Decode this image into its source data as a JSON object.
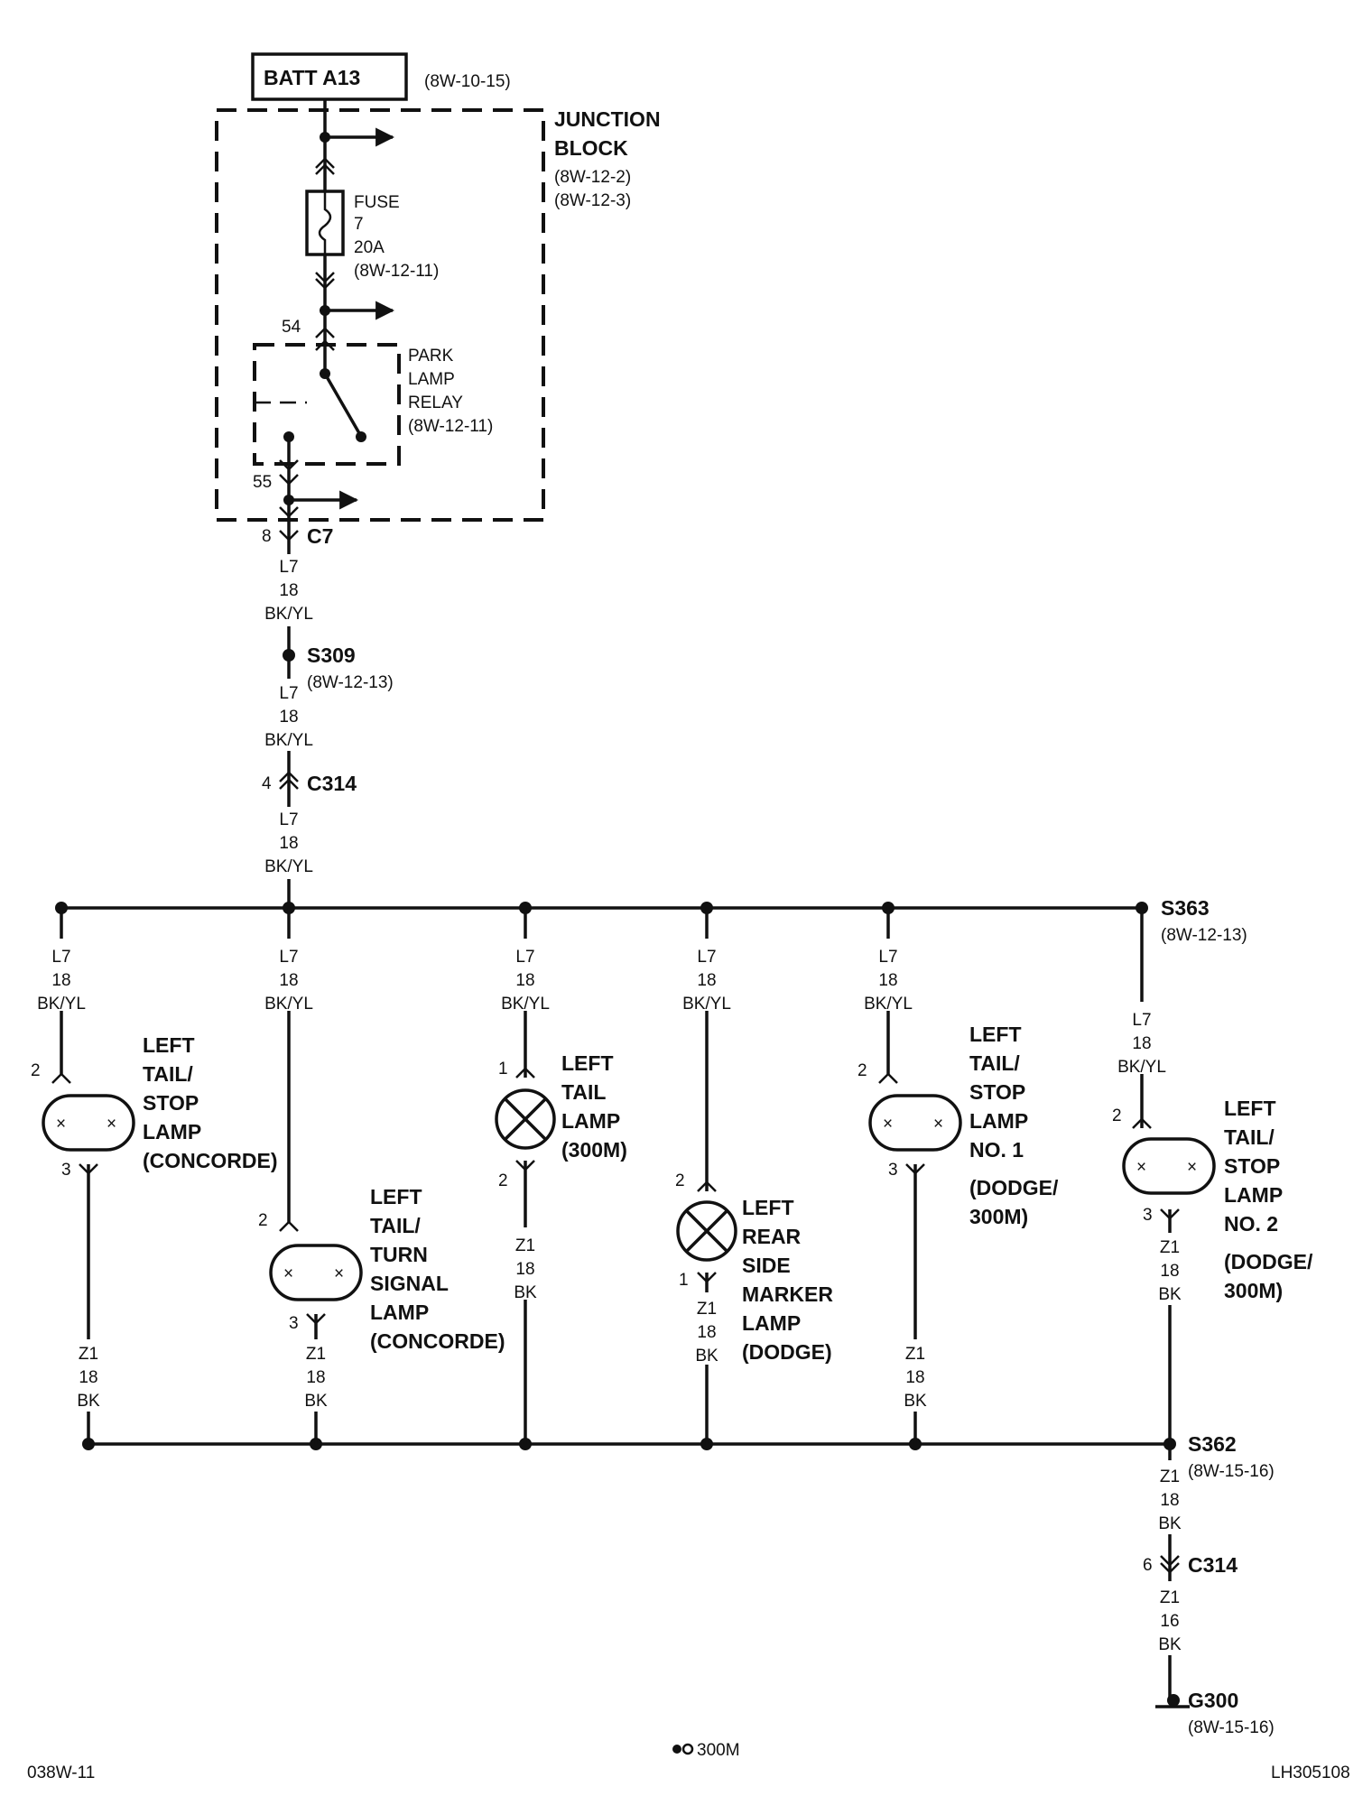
{
  "header": {
    "batt_label": "BATT A13",
    "batt_ref": "(8W-10-15)"
  },
  "junction_block": {
    "line1": "JUNCTION",
    "line2": "BLOCK",
    "ref1": "(8W-12-2)",
    "ref2": "(8W-12-3)"
  },
  "fuse": {
    "label": "FUSE",
    "number": "7",
    "rating": "20A",
    "ref": "(8W-12-11)"
  },
  "relay": {
    "pin_in": "54",
    "pin_out": "55",
    "line1": "PARK",
    "line2": "LAMP",
    "line3": "RELAY",
    "ref": "(8W-12-11)"
  },
  "connector_c7": {
    "pin": "8",
    "name": "C7"
  },
  "wire_l7": {
    "circuit": "L7",
    "gauge": "18",
    "color": "BK/YL"
  },
  "splice_s309": {
    "name": "S309",
    "ref": "(8W-12-13)"
  },
  "connector_c314_top": {
    "pin": "4",
    "name": "C314"
  },
  "splice_s363": {
    "name": "S363",
    "ref": "(8W-12-13)"
  },
  "wire_z1": {
    "circuit": "Z1",
    "gauge": "18",
    "color": "BK"
  },
  "wire_z1_16": {
    "circuit": "Z1",
    "gauge": "16",
    "color": "BK"
  },
  "lamps": [
    {
      "lines": [
        "LEFT",
        "TAIL/",
        "STOP",
        "LAMP",
        "(CONCORDE)"
      ],
      "pin_in": "2",
      "pin_out": "3"
    },
    {
      "lines": [
        "LEFT",
        "TAIL/",
        "TURN",
        "SIGNAL",
        "LAMP",
        "(CONCORDE)"
      ],
      "pin_in": "2",
      "pin_out": "3"
    },
    {
      "lines": [
        "LEFT",
        "TAIL",
        "LAMP",
        "(300M)"
      ],
      "pin_in": "1",
      "pin_out": "2"
    },
    {
      "lines": [
        "LEFT",
        "REAR",
        "SIDE",
        "MARKER",
        "LAMP",
        "(DODGE)"
      ],
      "pin_in": "2",
      "pin_out": "1"
    },
    {
      "lines": [
        "LEFT",
        "TAIL/",
        "STOP",
        "LAMP",
        "NO. 1",
        "(DODGE/",
        "300M)"
      ],
      "pin_in": "2",
      "pin_out": "3"
    },
    {
      "lines": [
        "LEFT",
        "TAIL/",
        "STOP",
        "LAMP",
        "NO. 2",
        "(DODGE/",
        "300M)"
      ],
      "pin_in": "2",
      "pin_out": "3"
    }
  ],
  "splice_s362": {
    "name": "S362",
    "ref": "(8W-15-16)"
  },
  "connector_c314_bottom": {
    "pin": "6",
    "name": "C314"
  },
  "ground_g300": {
    "name": "G300",
    "ref": "(8W-15-16)"
  },
  "footer": {
    "left": "038W-11",
    "center": "300M",
    "right": "LH305108"
  }
}
